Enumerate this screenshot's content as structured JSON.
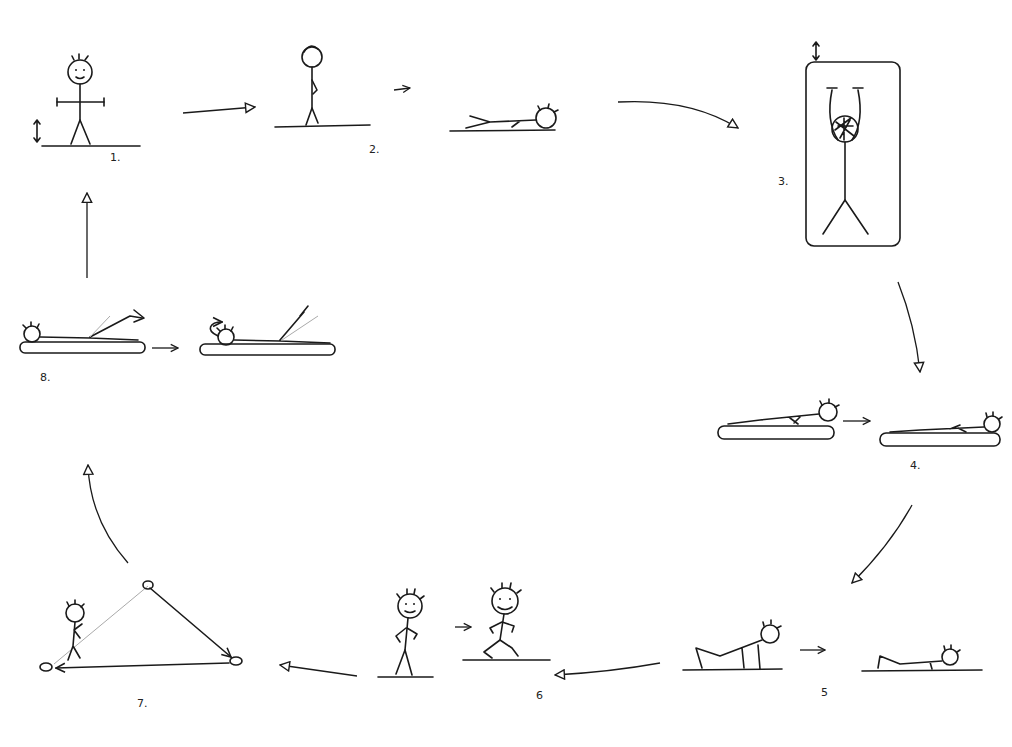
{
  "diagram": {
    "labels": [
      "1.",
      "2.",
      "3.",
      "4.",
      "5",
      "6",
      "7.",
      "8."
    ]
  }
}
